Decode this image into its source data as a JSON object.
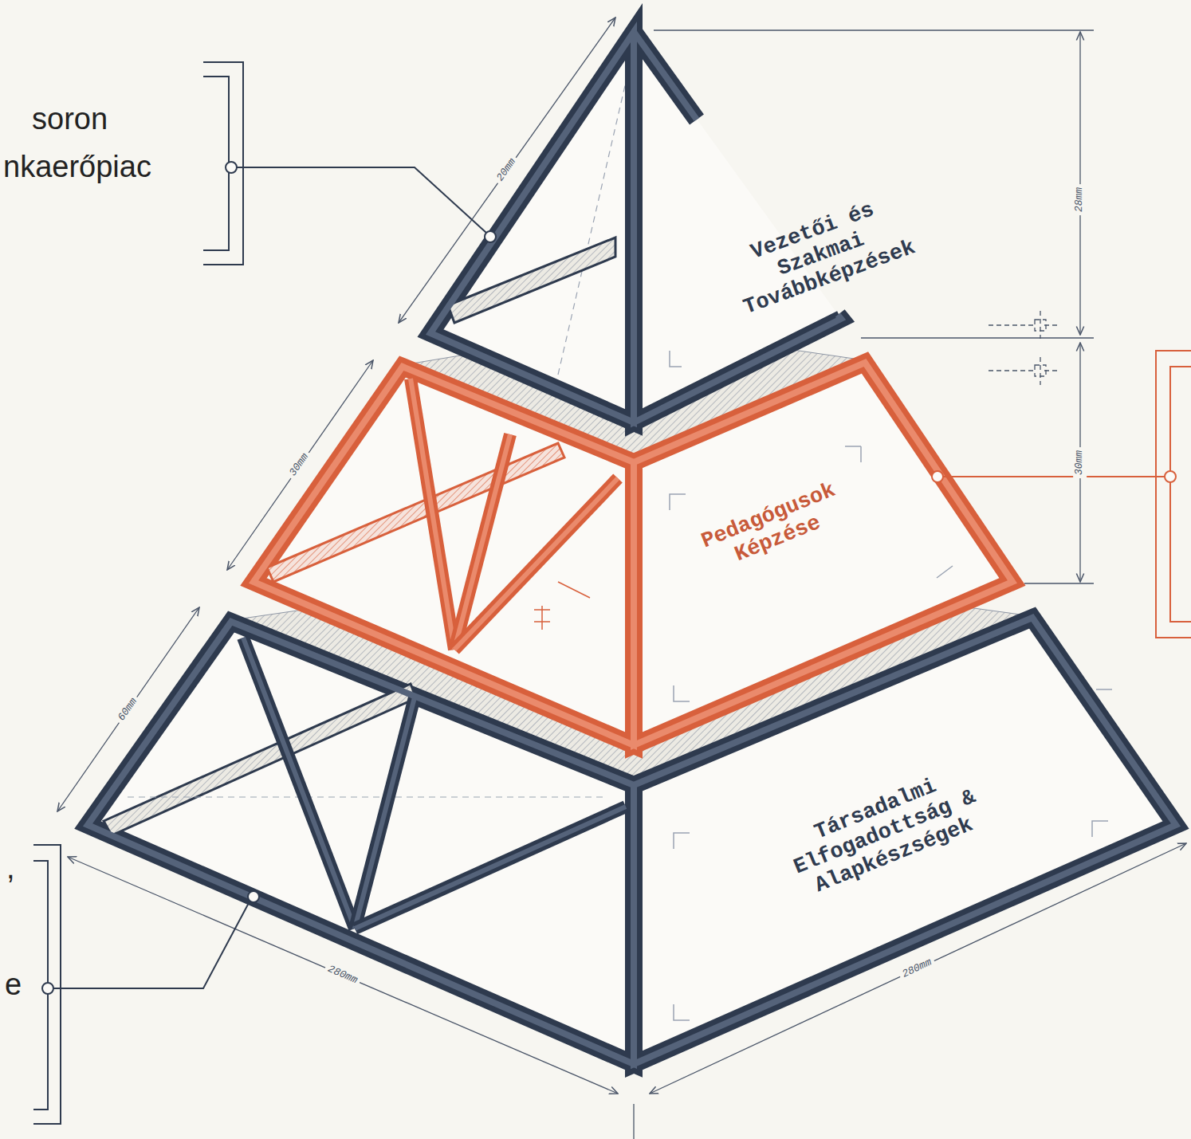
{
  "diagram": {
    "nodes": [
      {
        "text": [
          "Vezetői és Szakmai Továbbképzések"
        ]
      },
      {
        "text": [
          "Pedagógusok Képzése"
        ]
      },
      {
        "text": [
          "Társadalmi Elfogadottság & Alapkészségek"
        ]
      }
    ],
    "labels": [
      "soron",
      "nkaerőpiac",
      "20mm",
      "28mm",
      "30mm",
      "30mm",
      "60mm",
      "280mm",
      "280mm",
      ",",
      "e"
    ]
  }
}
